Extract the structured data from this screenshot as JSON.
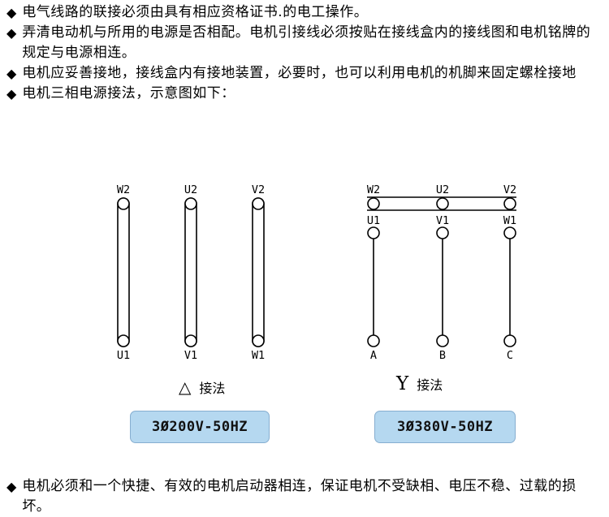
{
  "bullet_marker": "◆",
  "bullets": [
    "电气线路的联接必须由具有相应资格证书.的电工操作。",
    "弄清电动机与所用的电源是否相配。电机引接线必须按贴在接线盒内的接线图和电机铭牌的规定与电源相连。",
    "电机应妥善接地，接线盒内有接地装置，必要时，也可以利用电机的机脚来固定螺栓接地",
    "电机三相电源接法，示意图如下："
  ],
  "closing_bullet": "电机必须和一个快捷、有效的电机启动器相连，保证电机不受缺相、电压不稳、过载的损坏。",
  "delta": {
    "top_terminals": [
      "W2",
      "U2",
      "V2"
    ],
    "bottom_terminals": [
      "U1",
      "V1",
      "W1"
    ],
    "caption_symbol": "△",
    "caption_text": "接法",
    "voltage": "3Ø200V-50HZ"
  },
  "star": {
    "top_terminals": [
      "W2",
      "U2",
      "V2"
    ],
    "mid_terminals": [
      "U1",
      "V1",
      "W1"
    ],
    "phase_terminals": [
      "A",
      "B",
      "C"
    ],
    "caption_symbol": "Y",
    "caption_text": "接法",
    "voltage": "3Ø380V-50HZ"
  },
  "colors": {
    "voltage_box_bg": "#b5d8f0",
    "voltage_box_border": "#86aed0",
    "text": "#000000"
  }
}
